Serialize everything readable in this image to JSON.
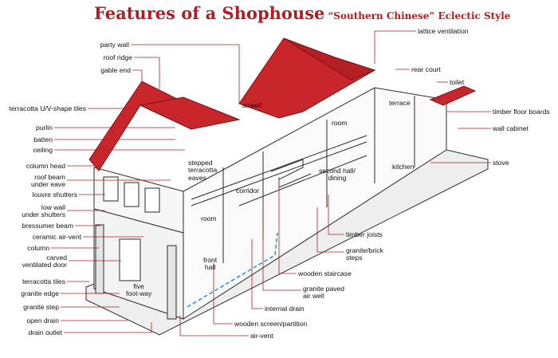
{
  "title": {
    "main": "Features of a Shophouse",
    "sub": "“Southern Chinese” Eclectic Style"
  },
  "colors": {
    "title": "#b01e23",
    "roof": "#c8262b",
    "leader": "#b01e23",
    "ink": "#2a2a2a",
    "air_vent": "#2a8fd1"
  },
  "labels": {
    "party_wall": "party wall",
    "roof_ridge": "roof ridge",
    "gable_end": "gable end",
    "terracotta_tiles_roof": "terracotta U/V-shape tiles",
    "purlin": "purlin",
    "batten": "batten",
    "ceiling": "ceiling",
    "column_head": "column head",
    "roof_beam": "roof beam\nunder eave",
    "louvre_shutters": "louvre shutters",
    "low_wall": "low wall\nunder shutters",
    "bressumer_beam": "bressumer beam",
    "ceramic_air_vent": "ceramic air-vent",
    "column": "column",
    "carved_door": "carved\nventilated door",
    "terracotta_tiles": "terracotta tiles",
    "granite_edge": "granite edge",
    "granite_step": "granite step",
    "open_drain": "open drain",
    "drain_outlet": "drain outlet",
    "lattice_ventilation": "lattice ventilation",
    "rear_court": "rear court",
    "toilet": "toilet",
    "airwell": "airwell",
    "terrace": "terrace",
    "room_upper": "room",
    "timber_floor_boards": "timber floor boards",
    "wall_cabinet": "wall cabinet",
    "stove": "stove",
    "kitchen": "kitchen",
    "second_hall": "second hall/\ndining",
    "stepped_eaves": "stepped\nterracotta\neaves",
    "corridor": "corridor",
    "room_lower": "room",
    "timber_joists": "timber joists",
    "granite_brick_steps": "granite/brick\nsteps",
    "wooden_staircase": "wooden staircase",
    "granite_paved_air_well": "granite paved\nair well",
    "front_hall": "front\nhall",
    "five_foot_way": "five\nfoot-way",
    "internal_drain": "internal drain",
    "wooden_screen": "wooden screen/partition",
    "air_vent": "air-vent"
  }
}
